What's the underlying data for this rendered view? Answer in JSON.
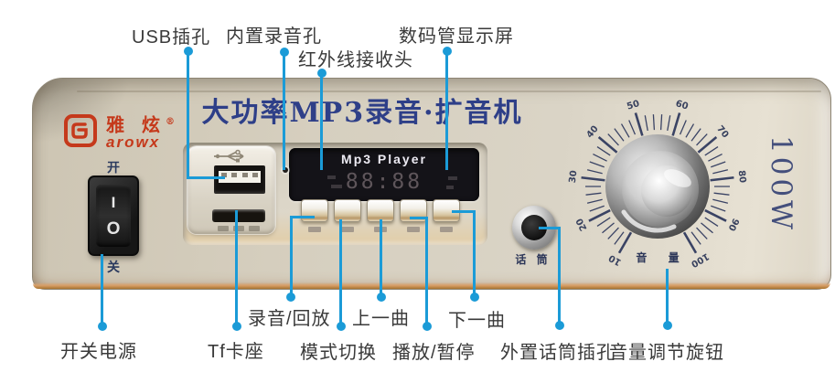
{
  "page": {
    "background": "#ffffff",
    "accent_blue": "#1b9bd7",
    "label_color": "#3a3a3a"
  },
  "callouts": {
    "usb_port": "USB插孔",
    "recording_hole": "内置录音孔",
    "ir_receiver": "红外线接收头",
    "digital_display": "数码管显示屏",
    "power_switch": "开关电源",
    "tf_card_slot": "Tf卡座",
    "record_playback": "录音/回放",
    "mode_switch": "模式切换",
    "prev_track": "上一曲",
    "play_pause": "播放/暂停",
    "next_track": "下一曲",
    "external_mic_jack": "外置话筒插孔",
    "volume_knob": "音量调节旋钮"
  },
  "device": {
    "brand": {
      "logo_cn": "雅 炫",
      "registered_mark": "®",
      "logo_en": "arowx",
      "color": "#c5391b"
    },
    "title": {
      "text": "大功率MP3录音·扩音机",
      "color": "#2e3f88"
    },
    "power_switch": {
      "on_label": "开",
      "off_label": "关",
      "rocker_on": "I",
      "rocker_off": "O"
    },
    "display": {
      "brand_text": "Mp3 Player",
      "digits": "88:88"
    },
    "mic_jack_label": "话 筒",
    "volume_knob_label": "音 量",
    "power_rating": "100W",
    "dial": {
      "numbers": [
        "10",
        "20",
        "30",
        "40",
        "50",
        "60",
        "70",
        "80",
        "90",
        "100"
      ]
    }
  }
}
